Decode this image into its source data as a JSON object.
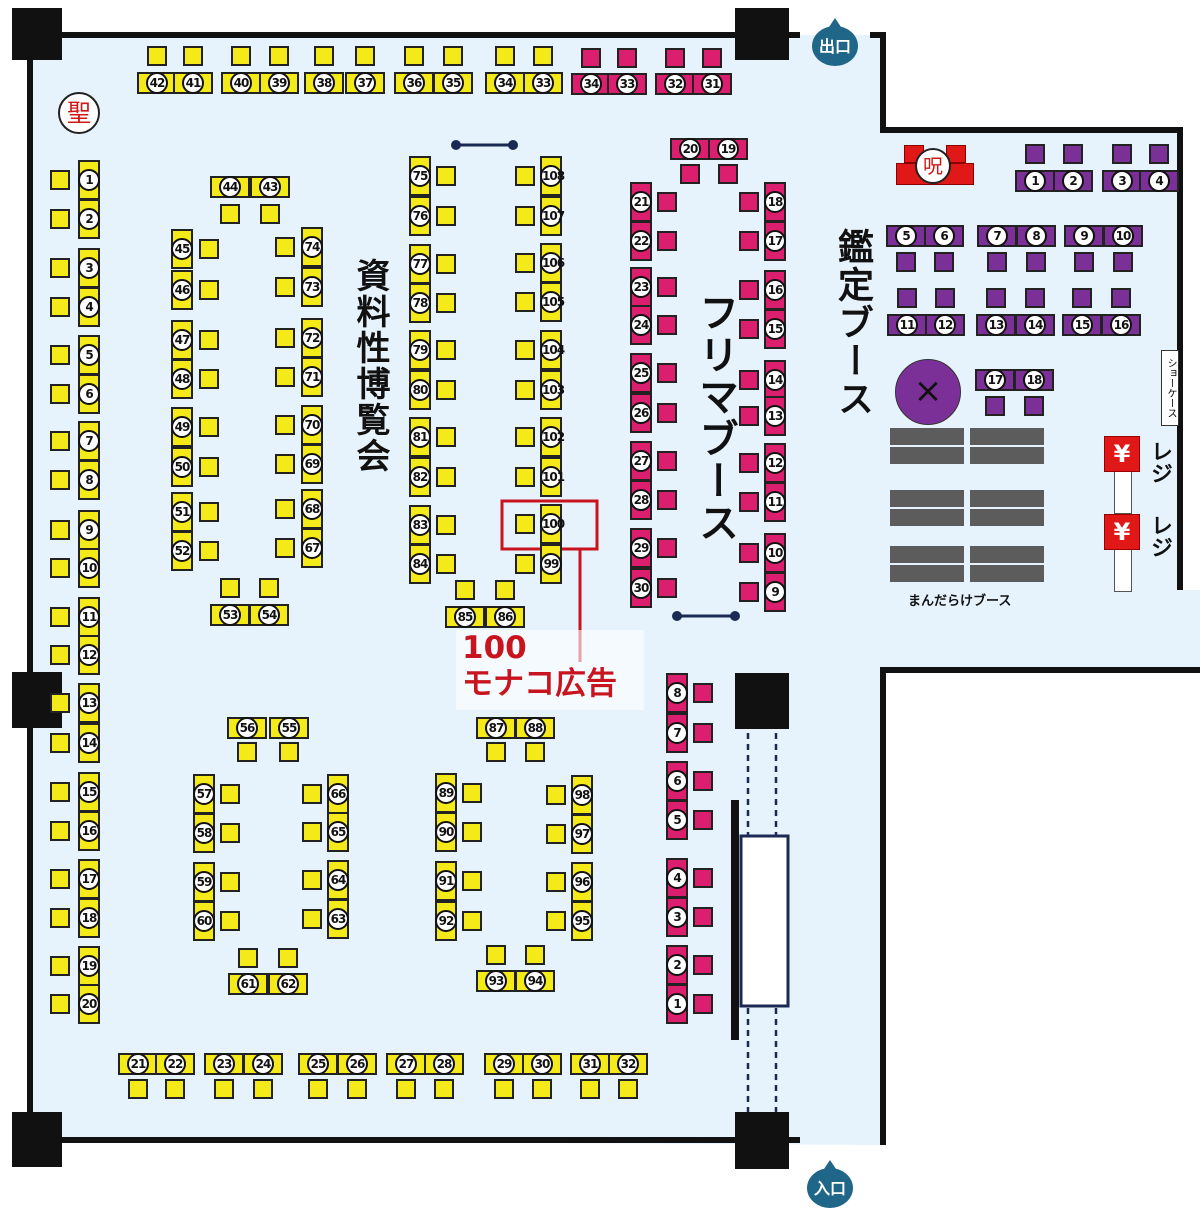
{
  "colors": {
    "floor": "#e6f3fc",
    "yellow": "#f5ea19",
    "pink": "#dc1e6e",
    "purple": "#7a3096",
    "red": "#e01818",
    "gate": "#1f6688",
    "callout": "#c8141e",
    "navy": "#1b2a55"
  },
  "gates": {
    "exit": "出口",
    "entrance": "入口"
  },
  "halls": {
    "shiryo": "資料性博覧会",
    "furima": "フリマブース",
    "kantei": "鑑定ブース",
    "mandarake": "まんだらけブース"
  },
  "marks": {
    "sei": "聖",
    "ju": "呪",
    "x": "×",
    "showcase": "ショーケース",
    "yen": "¥",
    "reji": "レジ"
  },
  "callout": {
    "number": "100",
    "text": "モナコ広告"
  },
  "booths": {
    "y_top": [
      "42",
      "41",
      "40",
      "39",
      "38",
      "37",
      "36",
      "35",
      "34",
      "33"
    ],
    "p_top": [
      "34",
      "33",
      "32",
      "31"
    ],
    "y_wall": [
      "1",
      "2",
      "3",
      "4",
      "5",
      "6",
      "7",
      "8",
      "9",
      "10",
      "11",
      "12",
      "13",
      "14",
      "15",
      "16",
      "17",
      "18",
      "19",
      "20"
    ],
    "y_i1_top": [
      "44",
      "43"
    ],
    "y_i1_left": [
      "45",
      "46",
      "47",
      "48",
      "49",
      "50",
      "51",
      "52"
    ],
    "y_i1_right": [
      "74",
      "73",
      "72",
      "71",
      "70",
      "69",
      "68",
      "67"
    ],
    "y_i1_bottom": [
      "53",
      "54"
    ],
    "y_c75": [
      "75",
      "76",
      "77",
      "78",
      "79",
      "80",
      "81",
      "82",
      "83",
      "84"
    ],
    "y_c85": [
      "85",
      "86"
    ],
    "y_c108": [
      "108",
      "107",
      "106",
      "105",
      "104",
      "103",
      "102",
      "101",
      "100",
      "99"
    ],
    "y_i2_top": [
      "56",
      "55"
    ],
    "y_i2_left": [
      "57",
      "58",
      "59",
      "60"
    ],
    "y_i2_right": [
      "66",
      "65",
      "64",
      "63"
    ],
    "y_i2_bottom": [
      "61",
      "62"
    ],
    "y_i3_top": [
      "87",
      "88"
    ],
    "y_i3_left": [
      "89",
      "90",
      "91",
      "92"
    ],
    "y_i3_right": [
      "98",
      "97",
      "96",
      "95"
    ],
    "y_i3_bottom": [
      "93",
      "94"
    ],
    "y_bottom": [
      "21",
      "22",
      "23",
      "24",
      "25",
      "26",
      "27",
      "28",
      "29",
      "30",
      "31",
      "32"
    ],
    "p_top2": [
      "20",
      "19"
    ],
    "p_left": [
      "21",
      "22",
      "23",
      "24",
      "25",
      "26",
      "27",
      "28",
      "29",
      "30"
    ],
    "p_right": [
      "18",
      "17",
      "16",
      "15",
      "14",
      "13",
      "12",
      "11",
      "10",
      "9"
    ],
    "p_low": [
      "8",
      "7",
      "6",
      "5",
      "4",
      "3",
      "2",
      "1"
    ],
    "k_1": [
      "1",
      "2",
      "3",
      "4"
    ],
    "k_2": [
      "5",
      "6",
      "7",
      "8",
      "9",
      "10"
    ],
    "k_3": [
      "11",
      "12",
      "13",
      "14",
      "15",
      "16"
    ],
    "k_4": [
      "17",
      "18"
    ]
  }
}
